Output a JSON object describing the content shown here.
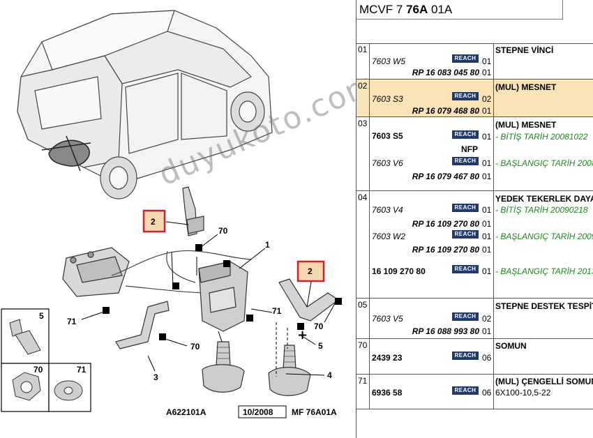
{
  "diagram": {
    "callouts": [
      "2",
      "70",
      "1",
      "71",
      "2",
      "70",
      "71",
      "5",
      "70",
      "3",
      "4",
      "71"
    ],
    "inset_labels": [
      "5",
      "70",
      "71"
    ],
    "footer": {
      "ref_code": "A622101A",
      "date": "10/2008",
      "mf_code": "MF 76A01A"
    }
  },
  "watermark": "duyukoto.com",
  "parts_panel": {
    "header_prefix": "MCVF 7",
    "header_bold": "76A",
    "header_suffix": "01A",
    "reach_label": "REACH",
    "rows": [
      {
        "index": "01",
        "ref": "7603 W5",
        "rp": "RP 16 083 045 80",
        "qty": [
          "01",
          "01"
        ],
        "desc": "STEPNE VİNCİ"
      },
      {
        "index": "02",
        "ref": "7603 S3",
        "rp": "RP 16 079 468 80",
        "qty": [
          "02",
          "01"
        ],
        "desc": "(MUL) MESNET"
      },
      {
        "index": "03",
        "desc": "(MUL) MESNET",
        "ref_a": "7603 S5",
        "qty_a": "01",
        "note_a": "- BİTİŞ TARİH 20081022",
        "nfp": "NFP",
        "ref_b": "7603 V6",
        "qty_b": "01",
        "note_b": "- BAŞLANGIÇ TARİH 2008",
        "rp": "RP 16 079 467 80",
        "qty_c": "01"
      },
      {
        "index": "04",
        "desc": "YEDEK TEKERLEK DAYA",
        "ref_a": "7603 V4",
        "qty_a": "01",
        "note_a": "- BİTİŞ TARİH 20090218",
        "rp_a": "RP 16 109 270 80",
        "qty_a2": "01",
        "ref_b": "7603 W2",
        "qty_b": "01",
        "note_b": "- BAŞLANGIÇ TARİH 2009",
        "rp_b": "RP 16 109 270 80",
        "qty_b2": "01",
        "ref_c": "16 109 270 80",
        "qty_c": "01",
        "note_c": "- BAŞLANGIÇ TARİH 2013"
      },
      {
        "index": "05",
        "ref": "7603 V5",
        "rp": "RP 16 088 993 80",
        "qty": [
          "02",
          "01"
        ],
        "desc": "STEPNE DESTEK TESPİT"
      },
      {
        "index": "70",
        "ref": "2439 23",
        "qty": [
          "06"
        ],
        "desc": "SOMUN"
      },
      {
        "index": "71",
        "ref": "6936 58",
        "qty": [
          "06"
        ],
        "desc": "(MUL) ÇENGELLİ SOMUN",
        "sub": "6X100-10,5-22"
      }
    ]
  },
  "colors": {
    "highlight": "#fbe3b8",
    "reach_badge": "#1f3a6e",
    "note_green": "#1a8a1a",
    "callout_red": "#d0202a"
  }
}
